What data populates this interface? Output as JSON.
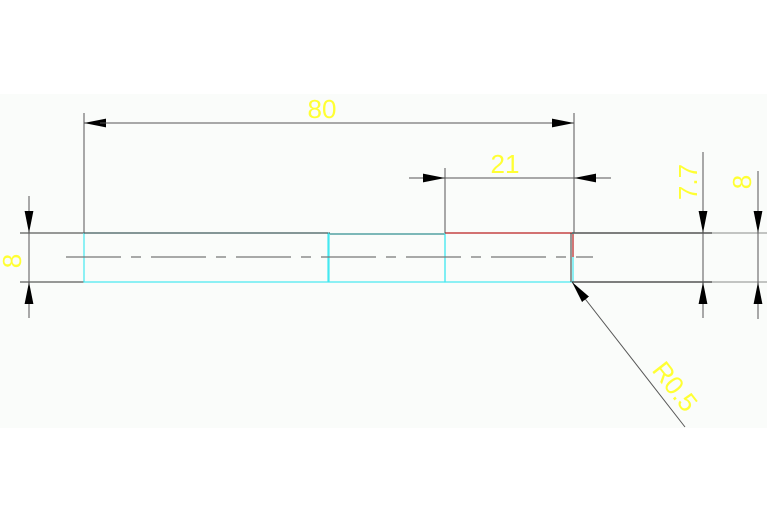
{
  "drawing": {
    "dimensions": {
      "overall_length": "80",
      "step_length": "21",
      "left_diameter": "8",
      "right_inner_diameter": "7.7",
      "right_diameter": "8",
      "fillet_radius": "R0.5"
    },
    "colors": {
      "background": "#fafcfa",
      "outline": "#333333",
      "dimension_line": "#555555",
      "dimension_text": "#ffff33",
      "section_edge": "#44e8f0",
      "highlight_edge": "#d02020"
    }
  }
}
